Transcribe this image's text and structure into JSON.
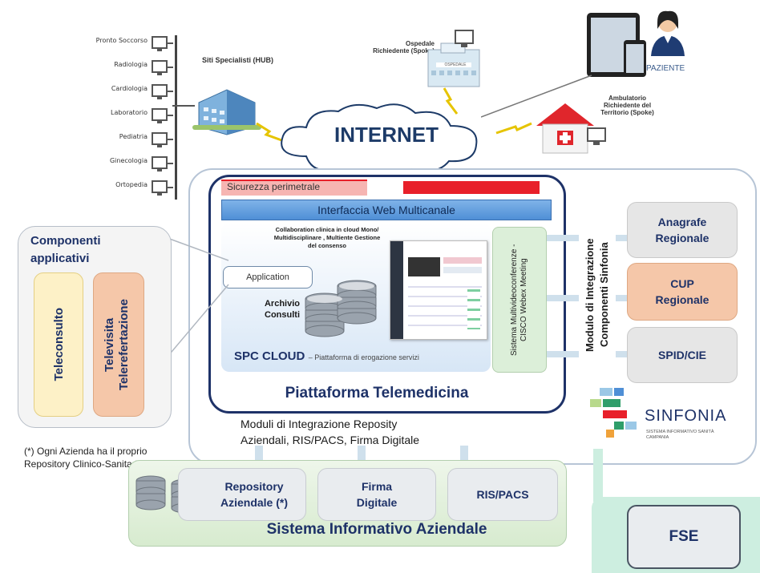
{
  "sites": [
    "Pronto Soccorso",
    "Radiologia",
    "Cardiologia",
    "Laboratorio",
    "Pediatria",
    "Ginecologia",
    "Ortopedia"
  ],
  "hub_label": "Siti Specialisti (HUB)",
  "ospedale_label": "Ospedale Richiedente (Spoke)",
  "ospedale_sign": "OSPEDALE",
  "ambulatorio_label": "Ambulatorio Richiedente del Territorio (Spoke)",
  "paziente_label": "PAZIENTE",
  "internet_label": "INTERNET",
  "sicurezza_label": "Sicurezza perimetrale",
  "interfaccia_label": "Interfaccia Web Multicanale",
  "collab_text": "Collaboration clinica in cloud Mono/ Multidisciplinare , Multiente Gestione del consenso",
  "application_label": "Application",
  "archivio_label": "Archivio Consulti",
  "spc_cloud_label": "SPC CLOUD",
  "spc_cloud_sub": "– Piattaforma di erogazione servizi",
  "webex_label": "Sistema Multivideoconferenze - CISCO Webex Meeting",
  "piattaforma_label": "Piattaforma Telemedicina",
  "componenti_title": "Componenti applicativi",
  "teleconsulto_label": "Teleconsulto",
  "televisita_label": "Televisita Telerefertazione",
  "modulo_sinfonia_label": "Modulo di Integrazione Componenti Sinfonia",
  "anagrafe_label": "Anagrafe Regionale",
  "cup_label": "CUP Regionale",
  "spid_label": "SPID/CIE",
  "sinfonia_logo": "SINFONIA",
  "sinfonia_sub": "SISTEMA INFORMATIVO SANITÀ CAMPANIA",
  "moduli_text_1": "Moduli di Integrazione Reposity",
  "moduli_text_2": "Aziendali, RIS/PACS, Firma Digitale",
  "note_text": "(*) Ogni Azienda ha il proprio Repository Clinico-Sanitario",
  "repository_label": "Repository Aziendale (*)",
  "firma_label": "Firma Digitale",
  "rispacs_label": "RIS/PACS",
  "sistema_aziendale_label": "Sistema Informativo Aziendale",
  "fse_label": "FSE",
  "colors": {
    "sicurezza_red": "#e8202a",
    "interfaccia_blue": "#4f8fd6",
    "platform_border": "#1e3268",
    "teleconsulto_fill": "#fdf1c7",
    "televisita_fill": "#f5c7a9",
    "cup_fill": "#f5c7a9",
    "green_fill": "#dcefd9",
    "fse_fill": "#cdeee0"
  }
}
